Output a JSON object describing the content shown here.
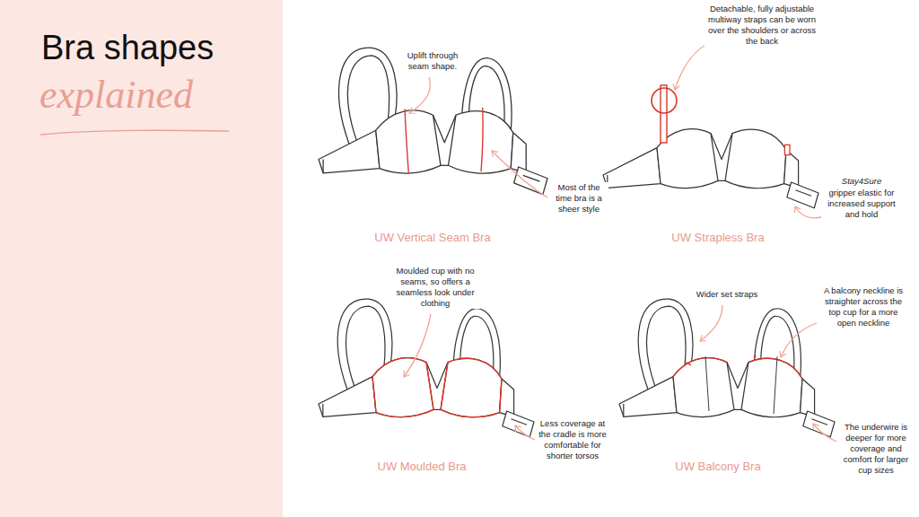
{
  "diagram": {
    "title": "Bra shapes",
    "labels": [
      "explained",
      "Uplift through seam shape.",
      "Most of the time bra is a sheer style",
      "UW Vertical Seam Bra",
      "Detachable, fully adjustable multiway straps can be worn over the shoulders or across the back",
      "Stay4Sure",
      "gripper elastic for increased support and hold",
      "UW Strapless Bra",
      "Moulded cup with no seams, so offers a seamless look under clothing",
      "Less coverage at the cradle is more comfortable for shorter torsos",
      "UW Moulded Bra",
      "Wider set straps",
      "A balcony neckline is straighter across the top cup for a more open neckline",
      "The underwire is deeper for more coverage and comfort for larger cup sizes",
      "UW Balcony Bra"
    ]
  }
}
